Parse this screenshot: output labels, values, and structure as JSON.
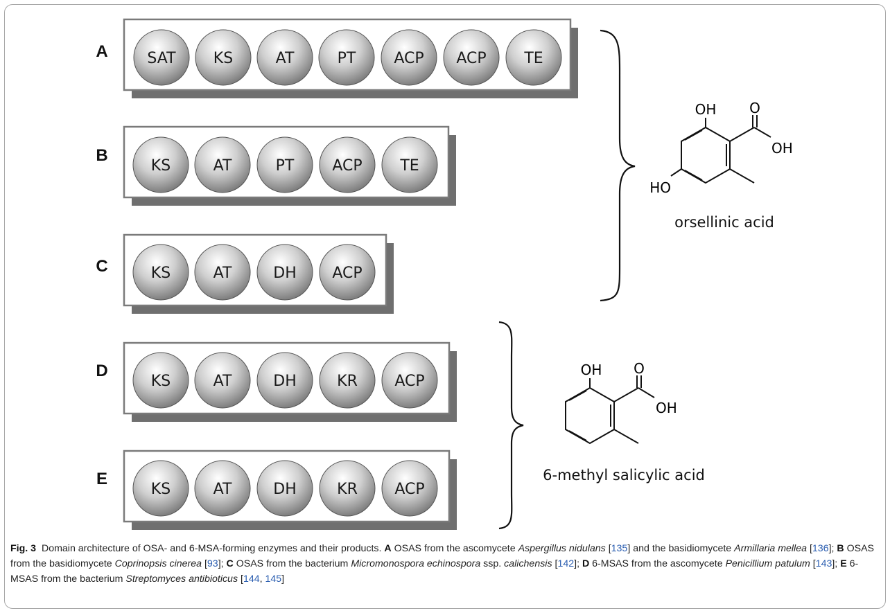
{
  "figure": {
    "enzymes": [
      {
        "label": "A",
        "domains": [
          "SAT",
          "KS",
          "AT",
          "PT",
          "ACP",
          "ACP",
          "TE"
        ]
      },
      {
        "label": "B",
        "domains": [
          "KS",
          "AT",
          "PT",
          "ACP",
          "TE"
        ]
      },
      {
        "label": "C",
        "domains": [
          "KS",
          "AT",
          "DH",
          "ACP"
        ]
      },
      {
        "label": "D",
        "domains": [
          "KS",
          "AT",
          "DH",
          "KR",
          "ACP"
        ]
      },
      {
        "label": "E",
        "domains": [
          "KS",
          "AT",
          "DH",
          "KR",
          "ACP"
        ]
      }
    ],
    "products": [
      {
        "name": "orsellinic acid",
        "atoms": {
          "oh_top": "OH",
          "carbonyl_o": "O",
          "acid_oh": "OH",
          "oh_left": "HO"
        }
      },
      {
        "name": "6-methyl salicylic acid",
        "atoms": {
          "oh_top": "OH",
          "carbonyl_o": "O",
          "acid_oh": "OH"
        }
      }
    ]
  },
  "caption": {
    "fig_label": "Fig. 3",
    "intro": "Domain architecture of OSA- and 6-MSA-forming enzymes and their products.",
    "items": [
      {
        "letter": "A",
        "text_before": "OSAS from the ascomycete",
        "organism": "Aspergillus nidulans",
        "refs": [
          "135"
        ],
        "text_mid": "and the basidiomycete",
        "organism2": "Armillaria mellea",
        "refs2": [
          "136"
        ]
      },
      {
        "letter": "B",
        "text_before": "OSAS from the basidiomycete",
        "organism": "Coprinopsis cinerea",
        "refs": [
          "93"
        ]
      },
      {
        "letter": "C",
        "text_before": "OSAS from the bacterium",
        "organism": "Micromonospora echinospora",
        "suffix": "ssp.",
        "organism_b": "calichensis",
        "refs": [
          "142"
        ]
      },
      {
        "letter": "D",
        "text_before": "6-MSAS from the ascomycete",
        "organism": "Penicillium patulum",
        "refs": [
          "143"
        ]
      },
      {
        "letter": "E",
        "text_before": "6-MSAS from the bacterium",
        "organism": "Streptomyces antibioticus",
        "refs": [
          "144",
          "145"
        ]
      }
    ]
  }
}
